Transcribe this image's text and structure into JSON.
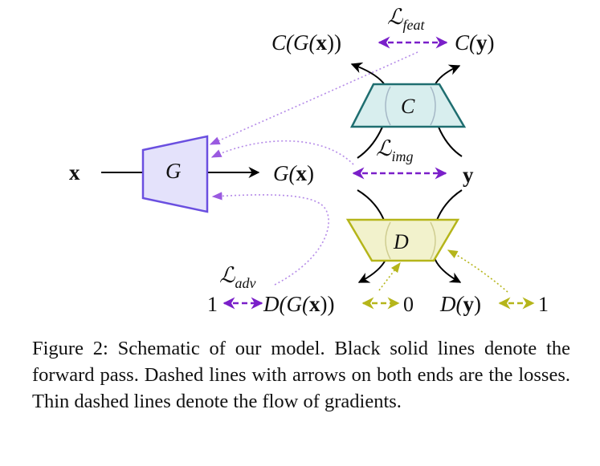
{
  "diagram": {
    "input_x": "x",
    "generator": "G",
    "gx": {
      "pre": "G(",
      "arg": "x",
      "post": ")"
    },
    "y": "y",
    "critic": "C",
    "critic_gx": {
      "pre": "C(G(",
      "arg": "x",
      "post": "))"
    },
    "critic_y": {
      "pre": "C(",
      "arg": "y",
      "post": ")"
    },
    "discriminator": "D",
    "disc_gx": {
      "pre": "D(G(",
      "arg": "x",
      "post": "))"
    },
    "disc_y": {
      "pre": "D(",
      "arg": "y",
      "post": ")"
    },
    "loss_feat": {
      "symbol": "ℒ",
      "sub": "feat"
    },
    "loss_img": {
      "symbol": "ℒ",
      "sub": "img"
    },
    "loss_adv": {
      "symbol": "ℒ",
      "sub": "adv"
    },
    "target_one_left": "1",
    "target_zero": "0",
    "target_one_right": "1"
  },
  "colors": {
    "purple": "#7a1fc9",
    "olive": "#b5b51a",
    "generator_fill": "#e4e2fb",
    "generator_stroke": "#6a4fe0",
    "critic_fill": "#d8eeee",
    "critic_stroke": "#1f6e70",
    "disc_fill": "#f2f2cc",
    "disc_stroke": "#b5b51a"
  },
  "caption": {
    "label": "Figure 2:",
    "text": "Schematic of our model. Black solid lines denote the forward pass. Dashed lines with arrows on both ends are the losses. Thin dashed lines denote the flow of gradients."
  }
}
